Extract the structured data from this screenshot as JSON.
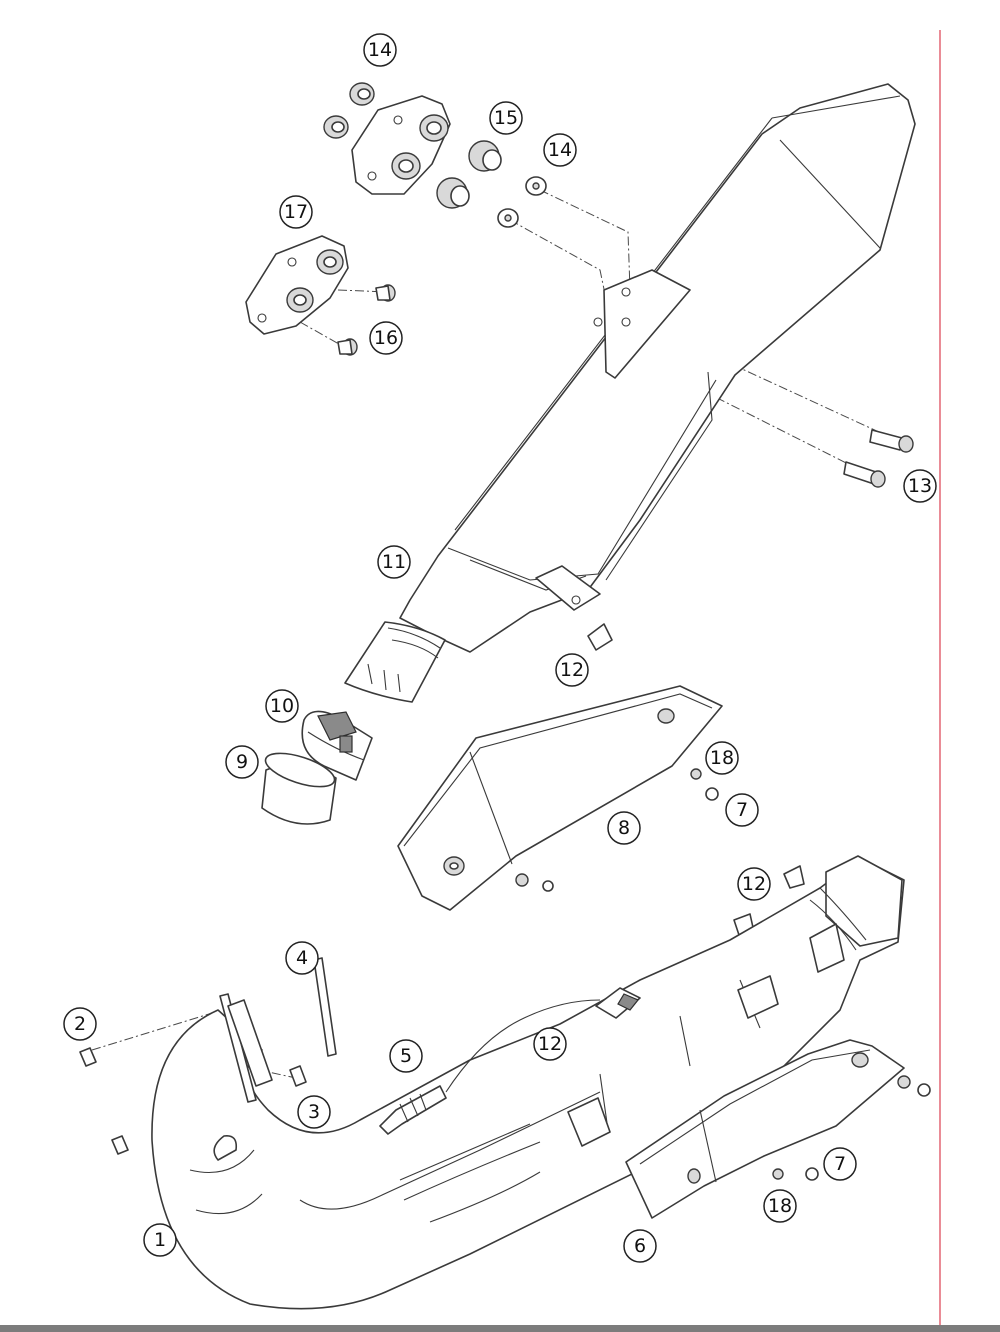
{
  "diagram": {
    "colors": {
      "line": "#3a3a3a",
      "margin_rule": "#e05a6a",
      "bottom_bar": "#7c7c7c"
    },
    "callouts": [
      "14",
      "15",
      "14",
      "17",
      "16",
      "13",
      "11",
      "12",
      "10",
      "9",
      "18",
      "7",
      "8",
      "12",
      "4",
      "2",
      "5",
      "12",
      "3",
      "1",
      "7",
      "18",
      "6"
    ]
  }
}
